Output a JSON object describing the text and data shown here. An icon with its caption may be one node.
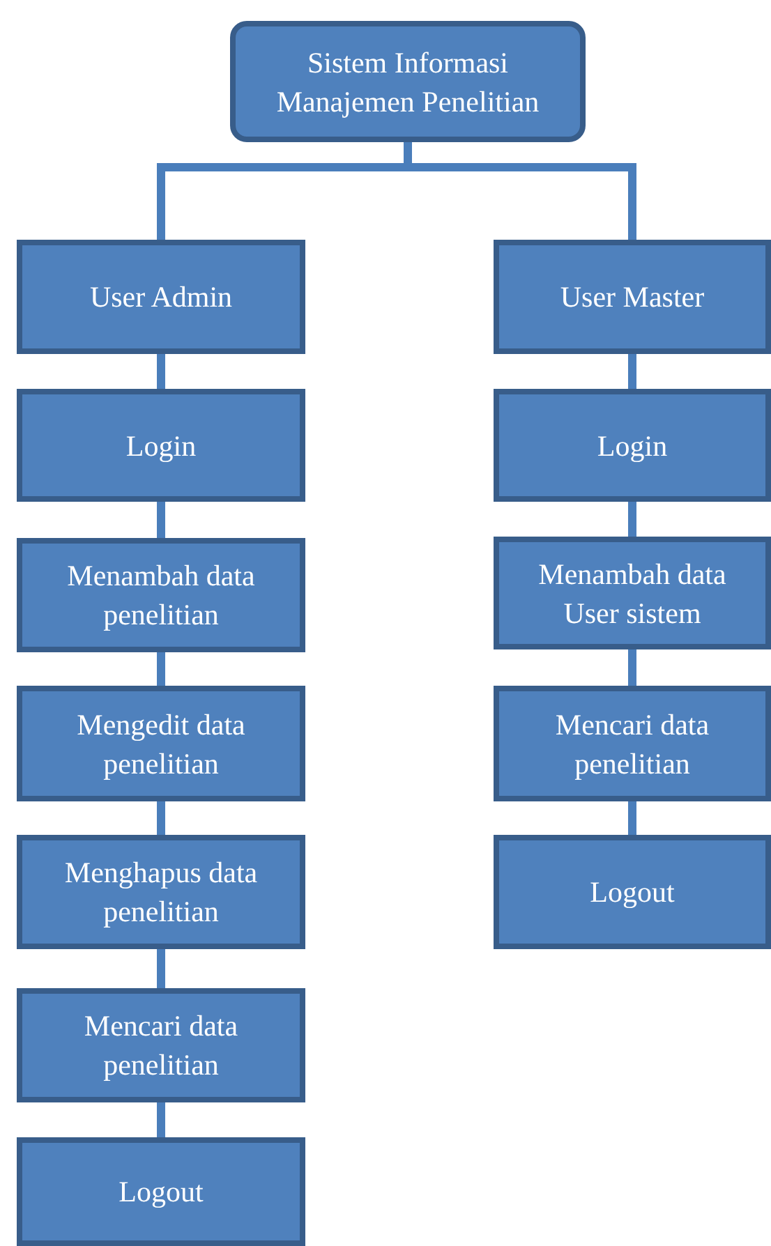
{
  "diagram": {
    "nodes": [
      {
        "text": [
          "Sistem Informasi Manajemen Penelitian"
        ]
      },
      {
        "text": [
          "User Admin"
        ]
      },
      {
        "text": [
          "Login"
        ]
      },
      {
        "text": [
          "Menambah data penelitian"
        ]
      },
      {
        "text": [
          "Mengedit data penelitian"
        ]
      },
      {
        "text": [
          "Menghapus data penelitian"
        ]
      },
      {
        "text": [
          "Mencari data penelitian"
        ]
      },
      {
        "text": [
          "Logout"
        ]
      },
      {
        "text": [
          "User Master"
        ]
      },
      {
        "text": [
          "Login"
        ]
      },
      {
        "text": [
          "Menambah data User sistem"
        ]
      },
      {
        "text": [
          "Mencari data penelitian"
        ]
      },
      {
        "text": [
          "Logout"
        ]
      }
    ],
    "edges": [
      {
        "from": 0,
        "to": 1,
        "arrow": "none"
      },
      {
        "from": 0,
        "to": 8,
        "arrow": "none"
      },
      {
        "from": 1,
        "to": 2,
        "arrow": "none"
      },
      {
        "from": 2,
        "to": 3,
        "arrow": "none"
      },
      {
        "from": 3,
        "to": 4,
        "arrow": "none"
      },
      {
        "from": 4,
        "to": 5,
        "arrow": "none"
      },
      {
        "from": 5,
        "to": 6,
        "arrow": "none"
      },
      {
        "from": 6,
        "to": 7,
        "arrow": "none"
      },
      {
        "from": 8,
        "to": 9,
        "arrow": "none"
      },
      {
        "from": 9,
        "to": 10,
        "arrow": "none"
      },
      {
        "from": 10,
        "to": 11,
        "arrow": "none"
      },
      {
        "from": 11,
        "to": 12,
        "arrow": "none"
      }
    ]
  }
}
